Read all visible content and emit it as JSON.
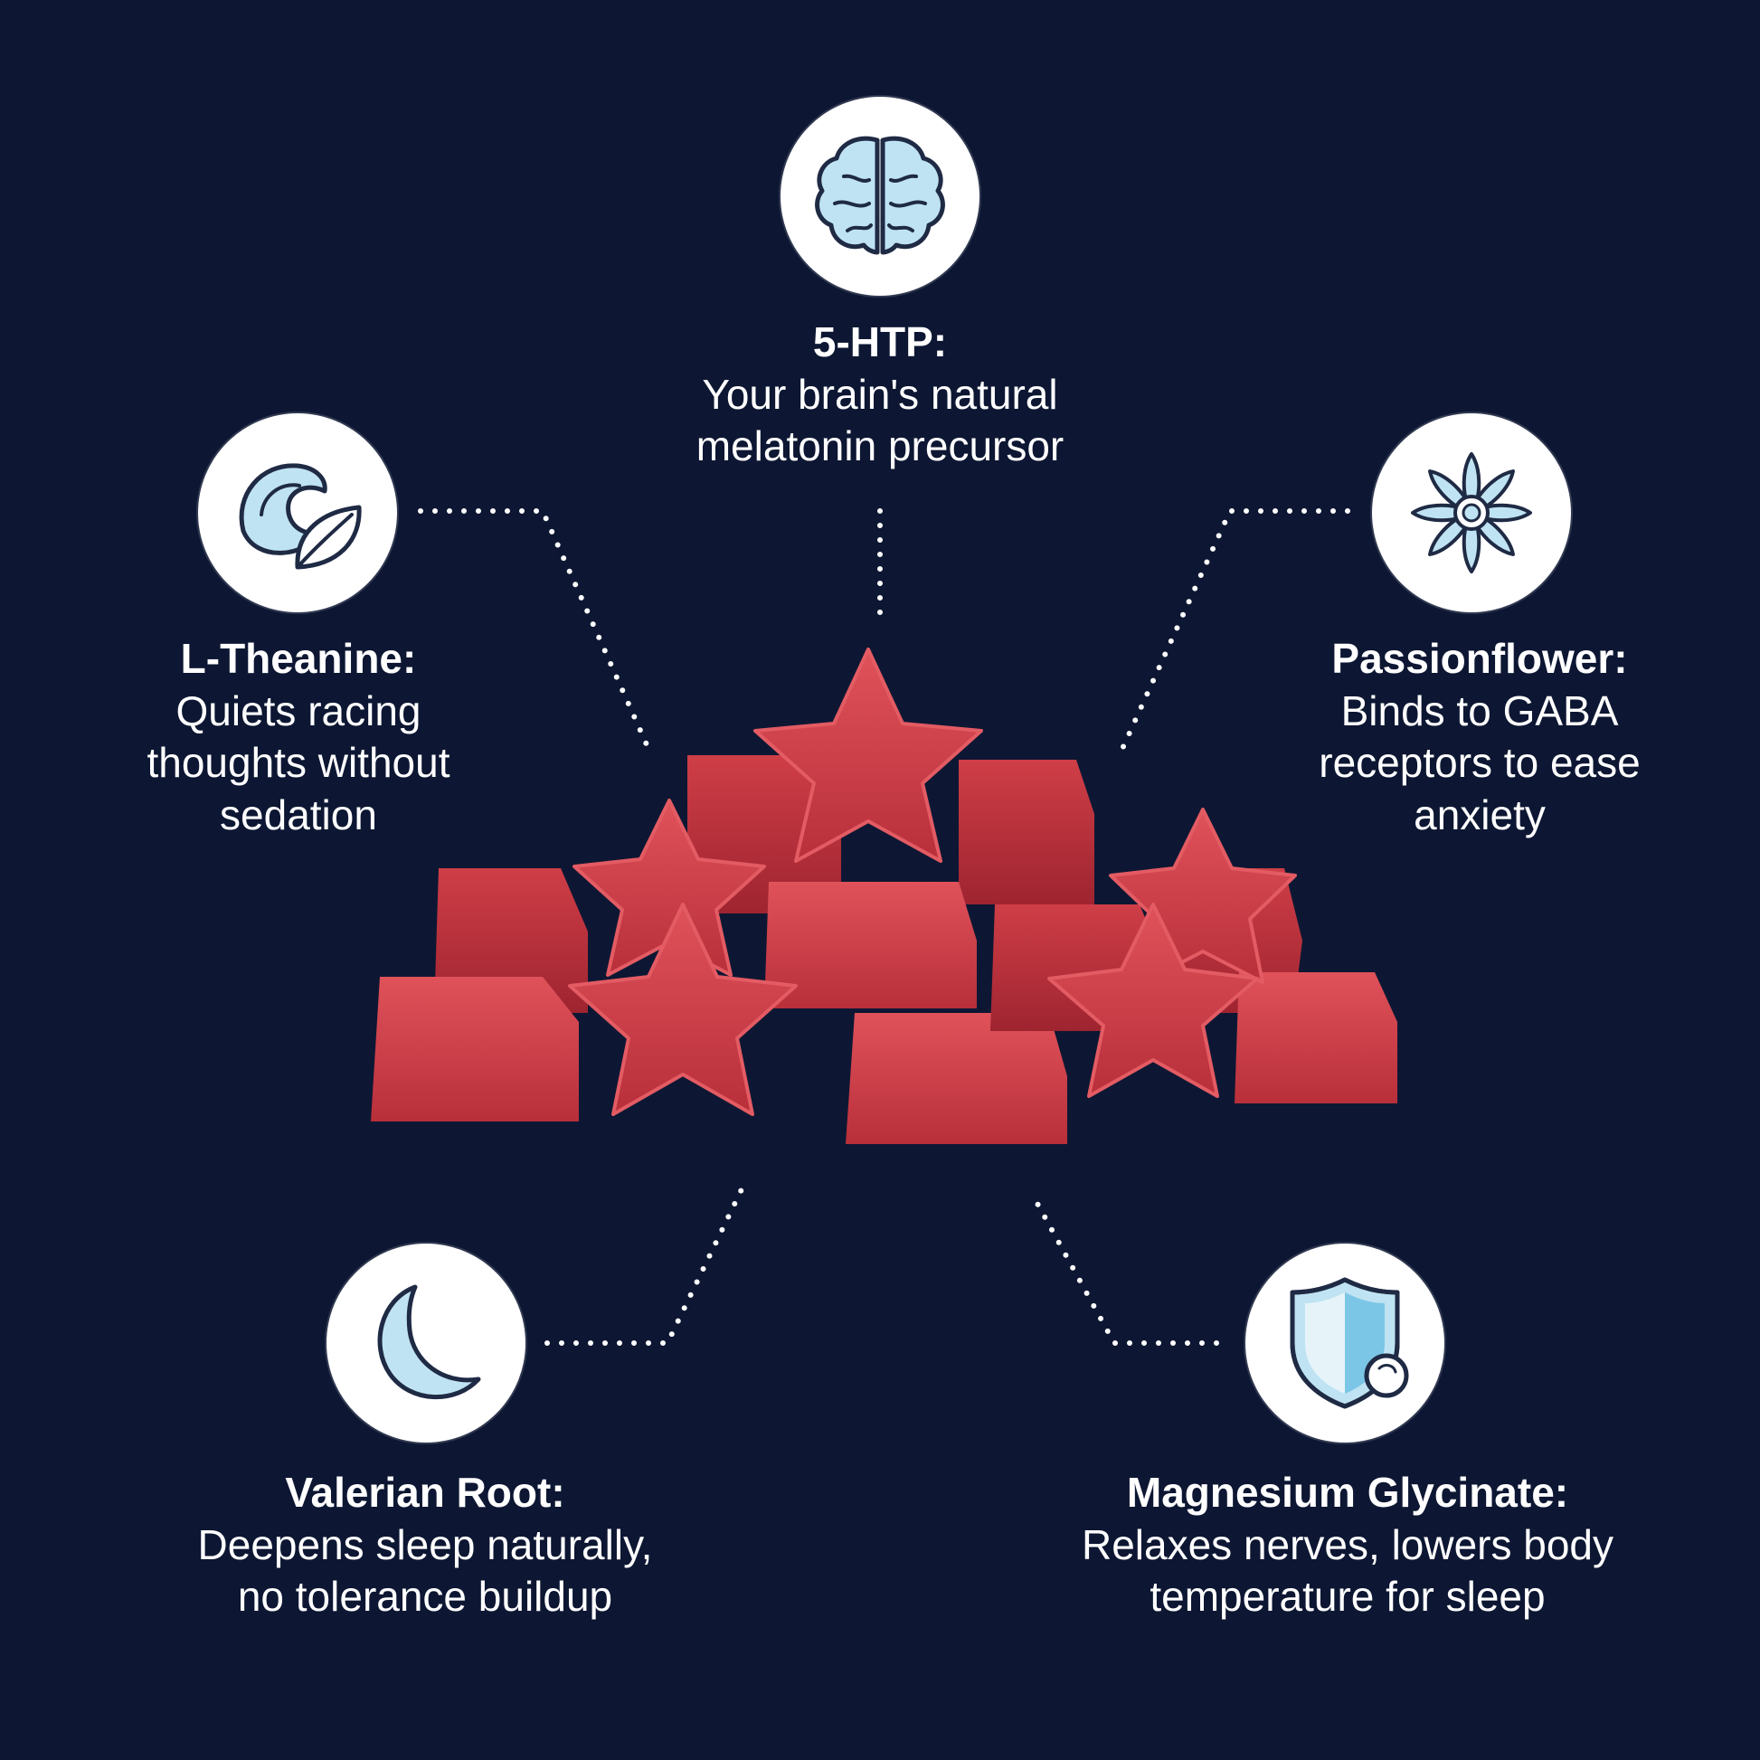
{
  "features": {
    "htp": {
      "title": "5-HTP:",
      "lines": [
        "Your brain's natural",
        "melatonin precursor"
      ],
      "icon": "brain-icon"
    },
    "theanine": {
      "title": "L-Theanine:",
      "lines": [
        "Quiets racing",
        "thoughts without",
        "sedation"
      ],
      "icon": "wave-leaf-icon"
    },
    "passionflower": {
      "title": "Passionflower:",
      "lines": [
        "Binds to GABA",
        "receptors to ease",
        "anxiety"
      ],
      "icon": "flower-icon"
    },
    "valerian": {
      "title": "Valerian Root:",
      "lines": [
        "Deepens sleep naturally,",
        "no tolerance buildup"
      ],
      "icon": "moon-icon"
    },
    "magnesium": {
      "title": "Magnesium Glycinate:",
      "lines": [
        "Relaxes nerves, lowers body",
        "temperature for sleep"
      ],
      "icon": "shield-icon"
    }
  },
  "colors": {
    "background": "#0d1733",
    "icon_stroke": "#1f2a44",
    "icon_fill": "#bfe3f2",
    "gummy": "#d0404a",
    "gummy_dark": "#a82a35",
    "dots": "#ffffff"
  },
  "product": "red-star-gummies-illustration"
}
